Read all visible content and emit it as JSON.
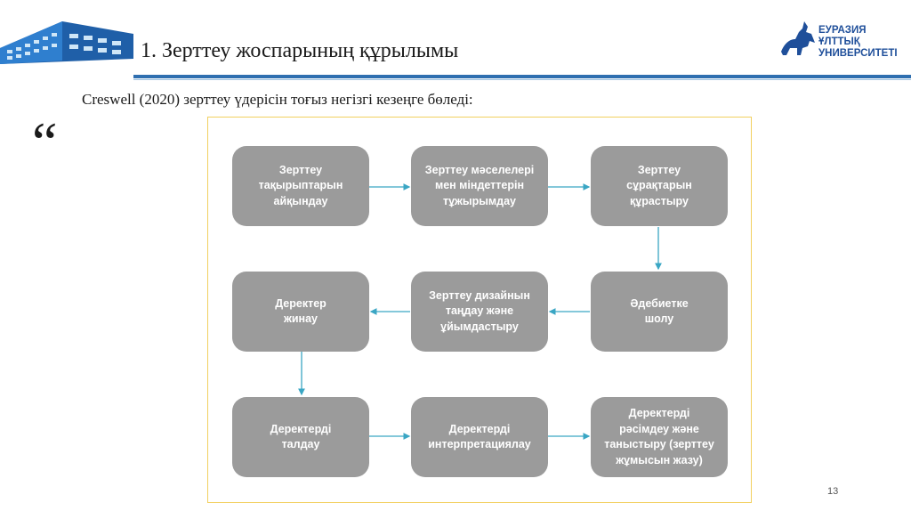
{
  "slide": {
    "title": "1. Зерттеу жоспарының құрылымы",
    "subtitle": "Creswell (2020) зерттеу үдерісін тоғыз негізгі кезеңге бөледі:",
    "quote_mark": "“",
    "page_number": "13"
  },
  "logo": {
    "university_name": "ЕУРАЗИЯ\nҰЛТТЫҚ\nУНИВЕРСИТЕТІ",
    "brand_color": "#1f4f9a"
  },
  "diagram": {
    "box_color": "#9b9b9b",
    "arrow_color": "#3aa6c4",
    "steps": [
      "Зерттеу\nтақырыптарын\nайқындау",
      "Зерттеу мәселелері\nмен міндеттерін\nтұжырымдау",
      "Зерттеу\nсұрақтарын\nқұрастыру",
      "Әдебиетке\nшолу",
      "Зерттеу дизайнын\nтаңдау және\nұйымдастыру",
      "Деректер\nжинау",
      "Деректерді\nталдау",
      "Деректерді\nинтерпретациялау",
      "Деректерді\nрәсімдеу және\nтаныстыру (зерттеу\nжұмысын жазу)"
    ]
  }
}
